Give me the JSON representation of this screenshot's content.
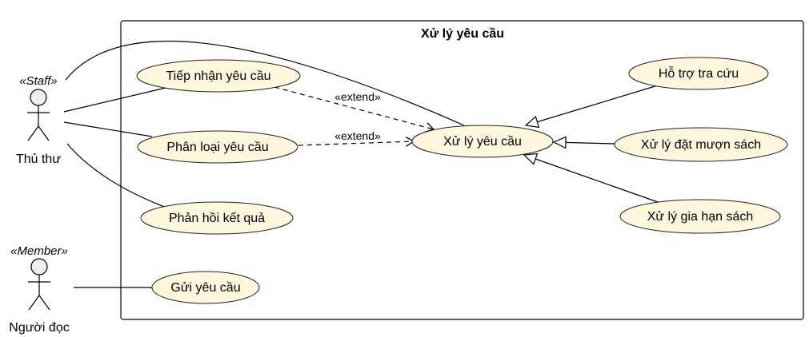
{
  "colors": {
    "usecase_fill": "#fef6dd",
    "actor_fill": "#efefef",
    "boundary_stroke": "#000000"
  },
  "system": {
    "title": "Xử lý yêu cầu"
  },
  "actors": {
    "staff": {
      "stereotype": "«Staff»",
      "name": "Thủ thư"
    },
    "member": {
      "stereotype": "«Member»",
      "name": "Người đọc"
    }
  },
  "use_cases": {
    "tiep_nhan": "Tiếp nhận yêu cầu",
    "phan_loai": "Phân loại yêu cầu",
    "phan_hoi": "Phản hồi kết quả",
    "gui": "Gửi yêu cầu",
    "xu_ly": "Xử lý yêu cầu",
    "ho_tro": "Hỗ trợ tra cứu",
    "dat_muon": "Xử lý đặt mượn sách",
    "gia_han": "Xử lý gia hạn sách"
  },
  "relations": {
    "extend_1": "«extend»",
    "extend_2": "«extend»"
  }
}
